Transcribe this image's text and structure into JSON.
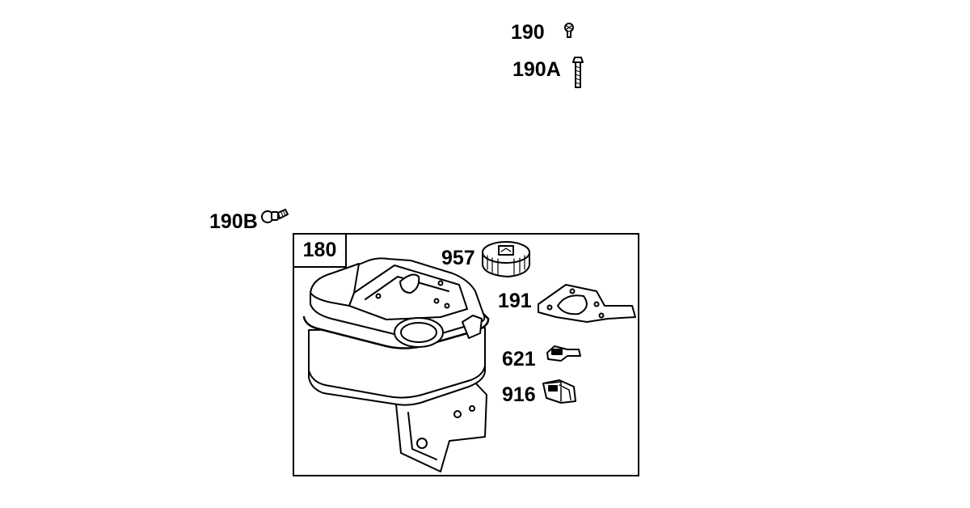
{
  "parts": {
    "p190": "190",
    "p190A": "190A",
    "p190B": "190B",
    "p180": "180",
    "p957": "957",
    "p191": "191",
    "p621": "621",
    "p916": "916"
  },
  "colors": {
    "line": "#000000",
    "background": "#ffffff"
  },
  "icons": [
    "screw-icon",
    "bolt-icon",
    "fuel-tank-icon",
    "fuel-cap-icon",
    "gasket-icon",
    "clip-icon",
    "bracket-icon"
  ]
}
